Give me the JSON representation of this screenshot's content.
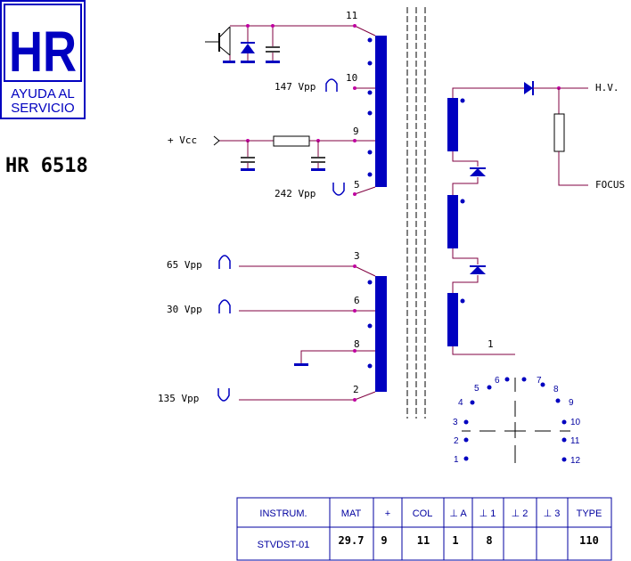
{
  "logo": {
    "letters": "HR",
    "line1": "AYUDA AL",
    "line2": "SERVICIO"
  },
  "model": "HR 6518",
  "primary": {
    "pins": {
      "p11": "11",
      "p10": "10",
      "p9": "9",
      "p5": "5"
    },
    "labels": {
      "vcc": "+ Vcc",
      "v147": "147 Vpp",
      "v242": "242 Vpp"
    }
  },
  "secondary": {
    "pins": {
      "p3": "3",
      "p6": "6",
      "p8": "8",
      "p2": "2"
    },
    "labels": {
      "v65": "65 Vpp",
      "v30": "30 Vpp",
      "v135": "135 Vpp"
    }
  },
  "hv_section": {
    "hv": "H.V.",
    "focus": "FOCUS",
    "pin1": "1"
  },
  "pinout": [
    "1",
    "2",
    "3",
    "4",
    "5",
    "6",
    "7",
    "8",
    "9",
    "10",
    "11",
    "12"
  ],
  "table": {
    "headers": [
      "INSTRUM.",
      "MAT",
      "+",
      "COL",
      "⊥ A",
      "⊥ 1",
      "⊥ 2",
      "⊥ 3",
      "TYPE"
    ],
    "row": [
      "STVDST-01",
      "29.7",
      "9",
      "11",
      "1",
      "8",
      "",
      "",
      "110"
    ]
  }
}
